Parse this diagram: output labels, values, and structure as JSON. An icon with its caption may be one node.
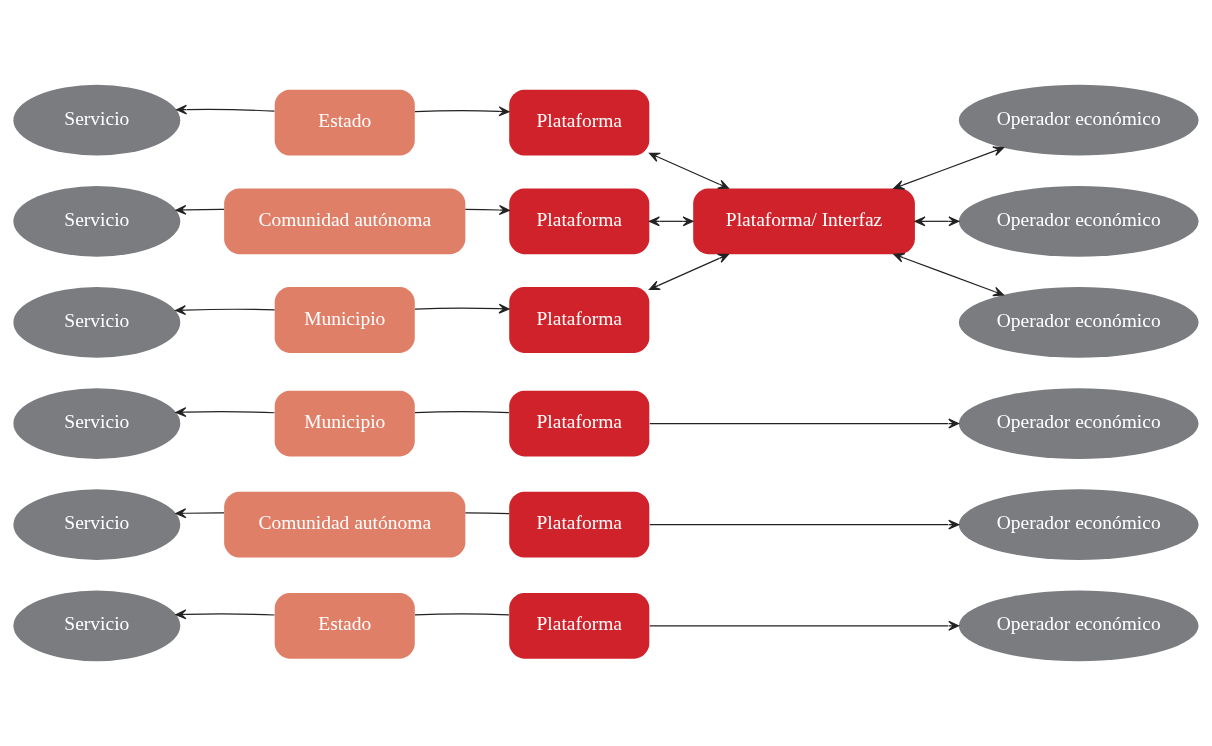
{
  "diagram": {
    "nodes": [
      {
        "text": [
          "Servicio"
        ]
      },
      {
        "text": [
          "Estado"
        ]
      },
      {
        "text": [
          "Plataforma"
        ]
      },
      {
        "text": [
          "Operador económico"
        ]
      },
      {
        "text": [
          "Servicio"
        ]
      },
      {
        "text": [
          "Comunidad autónoma"
        ]
      },
      {
        "text": [
          "Plataforma"
        ]
      },
      {
        "text": [
          "Operador económico"
        ]
      },
      {
        "text": [
          "Servicio"
        ]
      },
      {
        "text": [
          "Municipio"
        ]
      },
      {
        "text": [
          "Plataforma"
        ]
      },
      {
        "text": [
          "Operador económico"
        ]
      },
      {
        "text": [
          "Servicio"
        ]
      },
      {
        "text": [
          "Estado"
        ]
      },
      {
        "text": [
          "Plataforma"
        ]
      },
      {
        "text": [
          "Operador económico"
        ]
      },
      {
        "text": [
          "Servicio"
        ]
      },
      {
        "text": [
          "Comunidad autónoma"
        ]
      },
      {
        "text": [
          "Plataforma"
        ]
      },
      {
        "text": [
          "Plataforma/ Interfaz"
        ]
      },
      {
        "text": [
          "Operador económico"
        ]
      },
      {
        "text": [
          "Servicio"
        ]
      },
      {
        "text": [
          "Municipio"
        ]
      },
      {
        "text": [
          "Plataforma"
        ]
      },
      {
        "text": [
          "Operador económico"
        ]
      }
    ],
    "edges": [
      {
        "from": 1,
        "to": 0,
        "arrow": "to"
      },
      {
        "from": 1,
        "to": 2,
        "arrow": "none"
      },
      {
        "from": 2,
        "to": 3,
        "arrow": "to"
      },
      {
        "from": 5,
        "to": 4,
        "arrow": "to"
      },
      {
        "from": 5,
        "to": 6,
        "arrow": "none"
      },
      {
        "from": 6,
        "to": 7,
        "arrow": "to"
      },
      {
        "from": 9,
        "to": 8,
        "arrow": "to"
      },
      {
        "from": 9,
        "to": 10,
        "arrow": "none"
      },
      {
        "from": 10,
        "to": 11,
        "arrow": "to"
      },
      {
        "from": 13,
        "to": 12,
        "arrow": "to"
      },
      {
        "from": 13,
        "to": 14,
        "arrow": "to"
      },
      {
        "from": 17,
        "to": 16,
        "arrow": "to"
      },
      {
        "from": 17,
        "to": 18,
        "arrow": "to"
      },
      {
        "from": 22,
        "to": 21,
        "arrow": "to"
      },
      {
        "from": 22,
        "to": 23,
        "arrow": "to"
      },
      {
        "from": 14,
        "to": 19,
        "arrow": "both"
      },
      {
        "from": 18,
        "to": 19,
        "arrow": "both"
      },
      {
        "from": 23,
        "to": 19,
        "arrow": "both"
      },
      {
        "from": 19,
        "to": 15,
        "arrow": "both"
      },
      {
        "from": 19,
        "to": 20,
        "arrow": "both"
      },
      {
        "from": 19,
        "to": 24,
        "arrow": "both"
      }
    ]
  }
}
